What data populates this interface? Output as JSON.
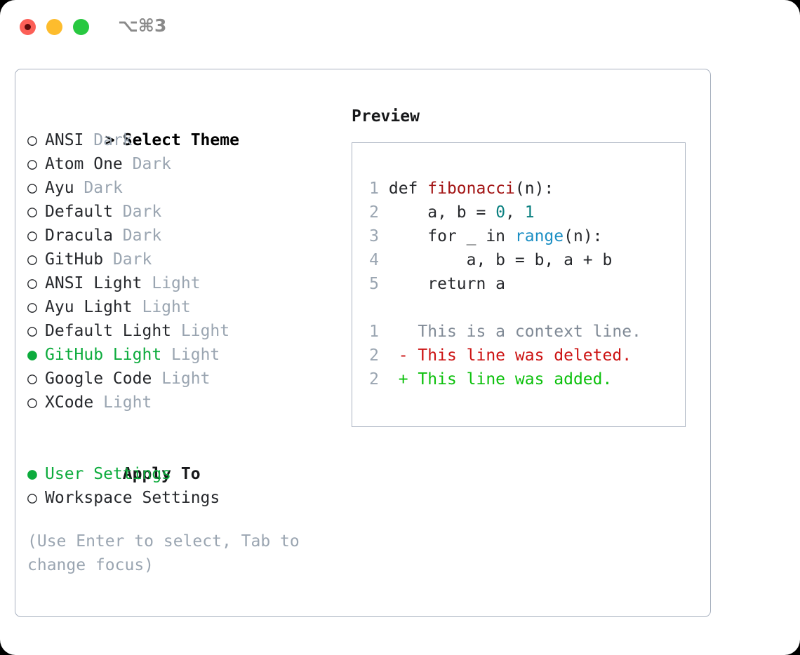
{
  "window": {
    "shortcut": "⌥⌘3",
    "traffic_lights": [
      {
        "name": "close-button",
        "color": "#FC5F57"
      },
      {
        "name": "minimize-button",
        "color": "#FDBC2D"
      },
      {
        "name": "maximize-button",
        "color": "#28C840"
      }
    ]
  },
  "theme_picker": {
    "header_marker": ">",
    "header_label": "Select Theme",
    "unselected_marker": "○",
    "selected_marker": "●",
    "items": [
      {
        "marker": "○",
        "label": "ANSI",
        "tag": "Dark",
        "selected": false
      },
      {
        "marker": "○",
        "label": "Atom One",
        "tag": "Dark",
        "selected": false
      },
      {
        "marker": "○",
        "label": "Ayu",
        "tag": "Dark",
        "selected": false
      },
      {
        "marker": "○",
        "label": "Default",
        "tag": "Dark",
        "selected": false
      },
      {
        "marker": "○",
        "label": "Dracula",
        "tag": "Dark",
        "selected": false
      },
      {
        "marker": "○",
        "label": "GitHub",
        "tag": "Dark",
        "selected": false
      },
      {
        "marker": "○",
        "label": "ANSI Light",
        "tag": "Light",
        "selected": false
      },
      {
        "marker": "○",
        "label": "Ayu Light",
        "tag": "Light",
        "selected": false
      },
      {
        "marker": "○",
        "label": "Default Light",
        "tag": "Light",
        "selected": false
      },
      {
        "marker": "●",
        "label": "GitHub Light",
        "tag": "Light",
        "selected": true
      },
      {
        "marker": "○",
        "label": "Google Code",
        "tag": "Light",
        "selected": false
      },
      {
        "marker": "○",
        "label": "XCode",
        "tag": "Light",
        "selected": false
      }
    ]
  },
  "apply_to": {
    "title": "Apply To",
    "options": [
      {
        "marker": "●",
        "label": "User Settings",
        "selected": true
      },
      {
        "marker": "○",
        "label": "Workspace Settings",
        "selected": false
      }
    ]
  },
  "hint": "(Use Enter to select, Tab to change focus)",
  "preview": {
    "title": "Preview",
    "code_lines": [
      {
        "no": "1",
        "segments": [
          {
            "text": "def ",
            "kind": "plain"
          },
          {
            "text": "fibonacci",
            "kind": "fn"
          },
          {
            "text": "(n):",
            "kind": "plain"
          }
        ]
      },
      {
        "no": "2",
        "segments": [
          {
            "text": "    a, b = ",
            "kind": "plain"
          },
          {
            "text": "0",
            "kind": "num"
          },
          {
            "text": ", ",
            "kind": "plain"
          },
          {
            "text": "1",
            "kind": "num"
          }
        ]
      },
      {
        "no": "3",
        "segments": [
          {
            "text": "    for _ in ",
            "kind": "plain"
          },
          {
            "text": "range",
            "kind": "builtin"
          },
          {
            "text": "(n):",
            "kind": "plain"
          }
        ]
      },
      {
        "no": "4",
        "segments": [
          {
            "text": "        a, b = b, a + b",
            "kind": "plain"
          }
        ]
      },
      {
        "no": "5",
        "segments": [
          {
            "text": "    return a",
            "kind": "plain"
          }
        ]
      }
    ],
    "diff_lines": [
      {
        "no": "1",
        "sign": " ",
        "text": " This is a context line.",
        "kind": "context"
      },
      {
        "no": "2",
        "sign": "-",
        "text": " This line was deleted.",
        "kind": "deleted"
      },
      {
        "no": "2",
        "sign": "+",
        "text": " This line was added.",
        "kind": "added"
      }
    ]
  },
  "colors": {
    "accent_green": "#0CAB3C",
    "muted": "#9AA5B1",
    "border": "#A9B2C0",
    "fn": "#A31515",
    "num": "#0B8080",
    "builtin": "#1C8FC4",
    "diff_deleted": "#CC1212",
    "diff_added": "#0BC00B",
    "diff_context": "#808A96"
  }
}
